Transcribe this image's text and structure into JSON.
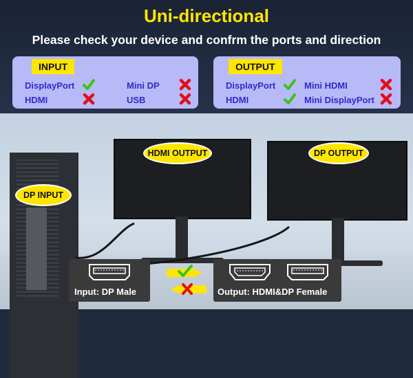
{
  "header": {
    "title": "Uni-directional",
    "subtitle": "Please check your device and confrm the ports and direction"
  },
  "input_panel": {
    "title": "INPUT",
    "items": [
      {
        "label": "DisplayPort",
        "supported": true
      },
      {
        "label": "Mini DP",
        "supported": false
      },
      {
        "label": "HDMI",
        "supported": false
      },
      {
        "label": "USB",
        "supported": false
      }
    ]
  },
  "output_panel": {
    "title": "OUTPUT",
    "items": [
      {
        "label": "DisplayPort",
        "supported": true
      },
      {
        "label": "Mini HDMI",
        "supported": false
      },
      {
        "label": "HDMI",
        "supported": true
      },
      {
        "label": "Mini DisplayPort",
        "supported": false
      }
    ]
  },
  "callouts": {
    "dp_input": "DP INPUT",
    "hdmi_output": "HDMI OUTPUT",
    "dp_output": "DP OUTPUT"
  },
  "connectors": {
    "input_label": "Input: DP Male",
    "output_label": "Output: HDMI&DP Female"
  },
  "colors": {
    "title_yellow": "#ffe600",
    "panel_lavender": "#b8b9f7",
    "item_blue": "#2a2dc8",
    "check_green": "#3ec21a",
    "cross_red": "#e0101a"
  }
}
